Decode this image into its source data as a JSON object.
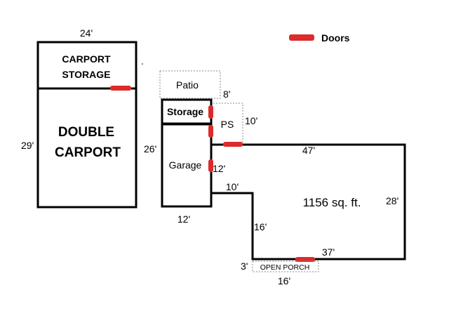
{
  "legend": {
    "label": "Doors",
    "color": "#dd2a2a"
  },
  "carport": {
    "width_label": "24'",
    "height_label": "29'",
    "storage_line1": "CARPORT",
    "storage_line2": "STORAGE",
    "main_line1": "DOUBLE",
    "main_line2": "CARPORT"
  },
  "garage_block": {
    "patio": "Patio",
    "patio_dim": "8'",
    "storage": "Storage",
    "ps": "PS",
    "ps_dim": "10'",
    "garage": "Garage",
    "left_dim": "26'",
    "inner_dim": "12'",
    "bottom_dim": "12'"
  },
  "house": {
    "area": "1156 sq. ft.",
    "top_dim": "47'",
    "right_dim": "28'",
    "step_dim": "10'",
    "notch_dim": "16'",
    "bottom_dim": "37'",
    "porch_label": "OPEN PORCH",
    "porch_depth": "3'",
    "porch_width": "16'"
  },
  "colors": {
    "line": "#000000",
    "dotted": "#888888",
    "door": "#dd2a2a"
  }
}
